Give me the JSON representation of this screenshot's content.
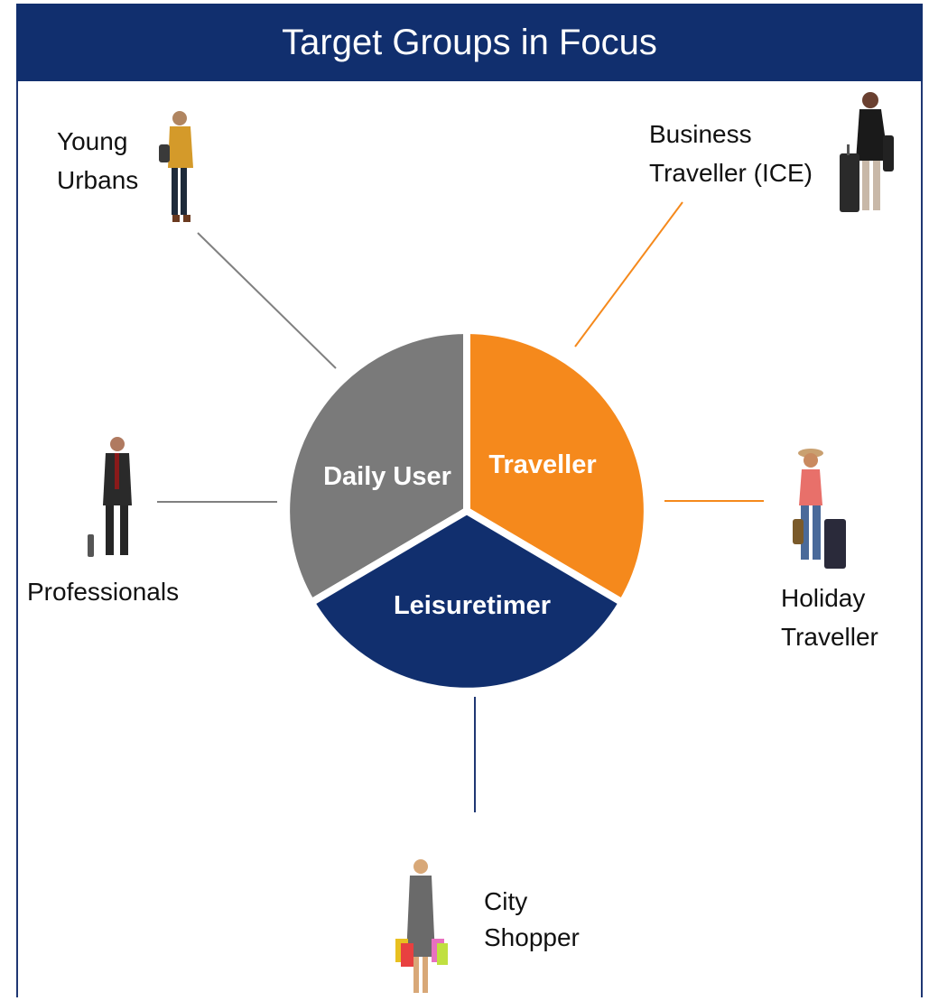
{
  "title": "Target Groups in Focus",
  "colors": {
    "header_bg": "#112f6e",
    "daily_user": "#7a7a7a",
    "traveller": "#f5891c",
    "leisuretimer": "#112f6e",
    "connector_gray": "#808080",
    "connector_orange": "#f5891c",
    "connector_navy": "#1f3773"
  },
  "segments": [
    {
      "label": "Daily User",
      "color": "#7a7a7a"
    },
    {
      "label": "Traveller",
      "color": "#f5891c"
    },
    {
      "label": "Leisuretimer",
      "color": "#112f6e"
    }
  ],
  "groups": {
    "young_urbans": [
      "Young",
      "Urbans"
    ],
    "business_traveller": [
      "Business",
      "Traveller (ICE)"
    ],
    "professionals": [
      "Professionals"
    ],
    "holiday_traveller": [
      "Holiday",
      "Traveller"
    ],
    "city_shopper": [
      "City",
      "Shopper"
    ]
  }
}
